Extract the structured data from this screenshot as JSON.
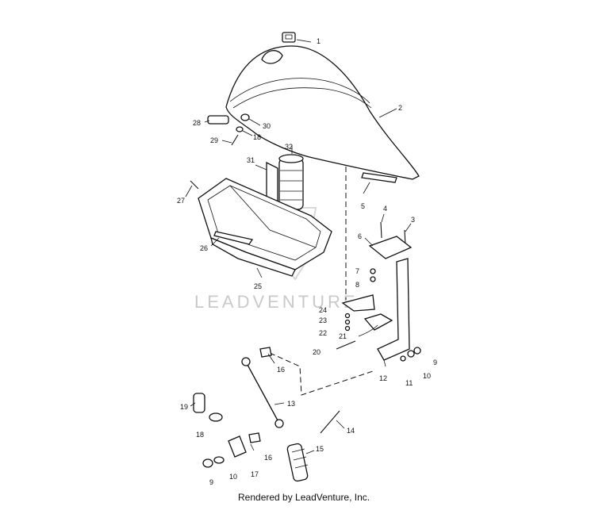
{
  "diagram": {
    "callouts": [
      {
        "id": "c1",
        "text": "1"
      },
      {
        "id": "c2",
        "text": "2"
      },
      {
        "id": "c3",
        "text": "3"
      },
      {
        "id": "c4",
        "text": "4"
      },
      {
        "id": "c5",
        "text": "5"
      },
      {
        "id": "c6",
        "text": "6"
      },
      {
        "id": "c7",
        "text": "7"
      },
      {
        "id": "c8",
        "text": "8"
      },
      {
        "id": "c9a",
        "text": "9"
      },
      {
        "id": "c9b",
        "text": "9"
      },
      {
        "id": "c10a",
        "text": "10"
      },
      {
        "id": "c10b",
        "text": "10"
      },
      {
        "id": "c11",
        "text": "11"
      },
      {
        "id": "c12",
        "text": "12"
      },
      {
        "id": "c13",
        "text": "13"
      },
      {
        "id": "c14",
        "text": "14"
      },
      {
        "id": "c15",
        "text": "15"
      },
      {
        "id": "c16a",
        "text": "16"
      },
      {
        "id": "c16b",
        "text": "16"
      },
      {
        "id": "c17",
        "text": "17"
      },
      {
        "id": "c18a",
        "text": "18"
      },
      {
        "id": "c18b",
        "text": "18"
      },
      {
        "id": "c19",
        "text": "19"
      },
      {
        "id": "c20",
        "text": "20"
      },
      {
        "id": "c21",
        "text": "21"
      },
      {
        "id": "c22",
        "text": "22"
      },
      {
        "id": "c23",
        "text": "23"
      },
      {
        "id": "c24",
        "text": "24"
      },
      {
        "id": "c25",
        "text": "25"
      },
      {
        "id": "c26",
        "text": "26"
      },
      {
        "id": "c27",
        "text": "27"
      },
      {
        "id": "c28",
        "text": "28"
      },
      {
        "id": "c29",
        "text": "29"
      },
      {
        "id": "c30",
        "text": "30"
      },
      {
        "id": "c31",
        "text": "31"
      },
      {
        "id": "c32",
        "text": "32"
      }
    ],
    "watermark": "LEADVENTURE",
    "footer": "Rendered by LeadVenture, Inc."
  }
}
